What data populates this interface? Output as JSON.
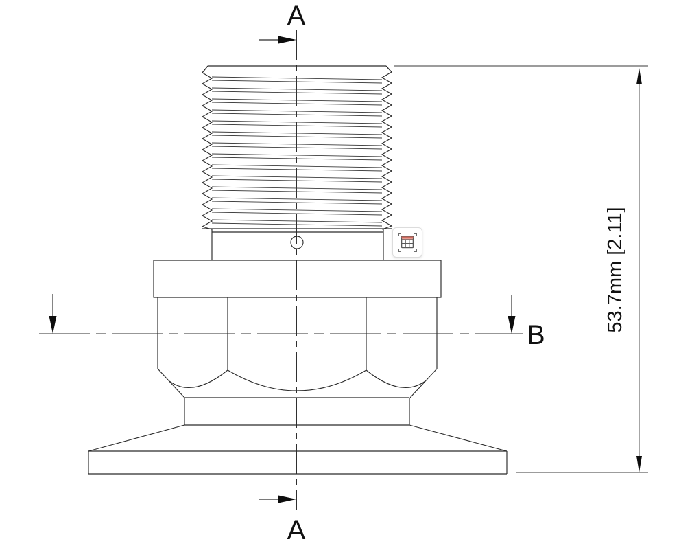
{
  "drawing": {
    "background_color": "#ffffff",
    "line_color": "#2b2b2b",
    "section_a_label": "A",
    "section_b_label": "B",
    "height_dimension": "53.7mm [2.11]"
  },
  "overlay_icon": {
    "name": "table-selection-icon",
    "header_color": "#e59a90",
    "accent_color": "#cf6a5e",
    "frame_color": "#6e6e6e",
    "grid_color": "#5a5a5a"
  }
}
